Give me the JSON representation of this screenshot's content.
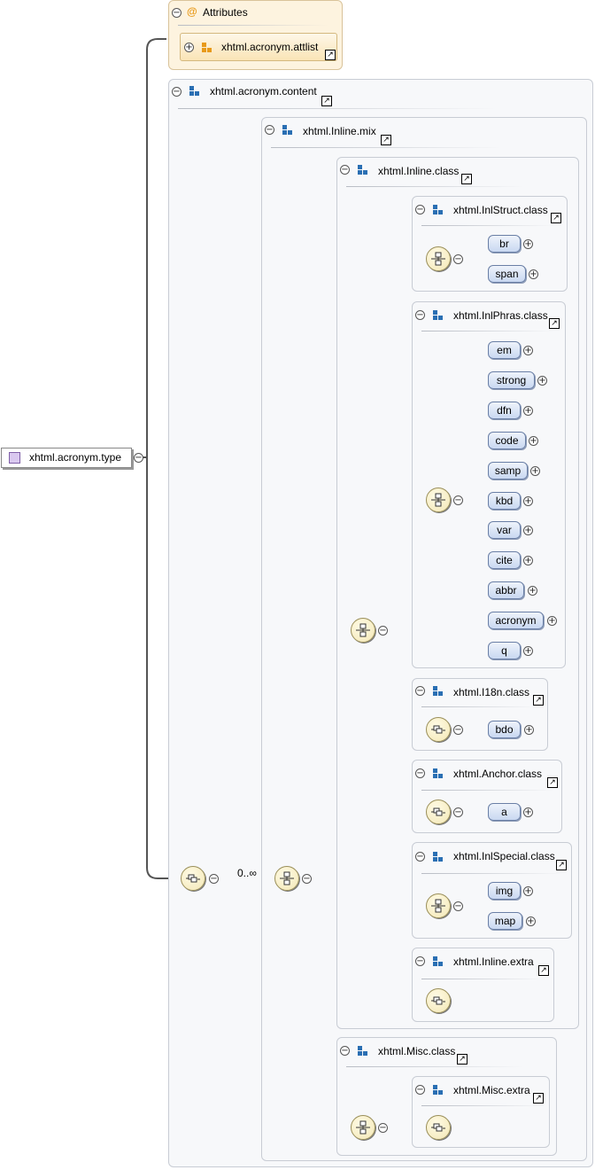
{
  "root_type": "xhtml.acronym.type",
  "attributes": {
    "title": "Attributes",
    "attlist": "xhtml.acronym.attlist"
  },
  "content_group": "xhtml.acronym.content",
  "occurrence": "0..∞",
  "inline_mix": "xhtml.Inline.mix",
  "inline_class": "xhtml.Inline.class",
  "inlstruct": {
    "title": "xhtml.InlStruct.class",
    "elements": [
      "br",
      "span"
    ]
  },
  "inlphras": {
    "title": "xhtml.InlPhras.class",
    "elements": [
      "em",
      "strong",
      "dfn",
      "code",
      "samp",
      "kbd",
      "var",
      "cite",
      "abbr",
      "acronym",
      "q"
    ]
  },
  "i18n": {
    "title": "xhtml.I18n.class",
    "elements": [
      "bdo"
    ]
  },
  "anchor": {
    "title": "xhtml.Anchor.class",
    "elements": [
      "a"
    ]
  },
  "inlspecial": {
    "title": "xhtml.InlSpecial.class",
    "elements": [
      "img",
      "map"
    ]
  },
  "inline_extra": "xhtml.Inline.extra",
  "misc_class": "xhtml.Misc.class",
  "misc_extra": "xhtml.Misc.extra"
}
